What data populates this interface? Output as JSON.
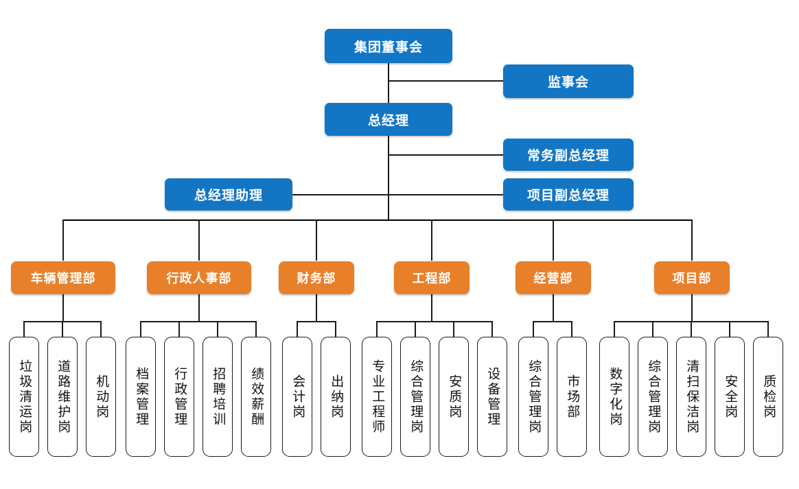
{
  "colors": {
    "executive_blue": "#1276C4",
    "department_orange": "#E8802A",
    "connector": "#1A1A1A",
    "background": "#FFFFFF",
    "leaf_text": "#111111"
  },
  "chart_type": "organization-chart",
  "executive": {
    "board": "集团董事会",
    "supervisory": "监事会",
    "general_manager": "总经理",
    "executive_deputy": "常务副总经理",
    "project_deputy": "项目副总经理",
    "assistant": "总经理助理"
  },
  "departments": [
    {
      "name": "车辆管理部",
      "positions": [
        "垃圾清运岗",
        "道路维护岗",
        "机动岗"
      ]
    },
    {
      "name": "行政人事部",
      "positions": [
        "档案管理",
        "行政管理",
        "招聘培训",
        "绩效薪酬"
      ]
    },
    {
      "name": "财务部",
      "positions": [
        "会计岗",
        "出纳岗"
      ]
    },
    {
      "name": "工程部",
      "positions": [
        "专业工程师",
        "综合管理岗",
        "安质岗",
        "设备管理"
      ]
    },
    {
      "name": "经营部",
      "positions": [
        "综合管理岗",
        "市场部"
      ]
    },
    {
      "name": "项目部",
      "positions": [
        "数字化岗",
        "综合管理岗",
        "清扫保洁岗",
        "安全岗",
        "质检岗"
      ]
    }
  ]
}
